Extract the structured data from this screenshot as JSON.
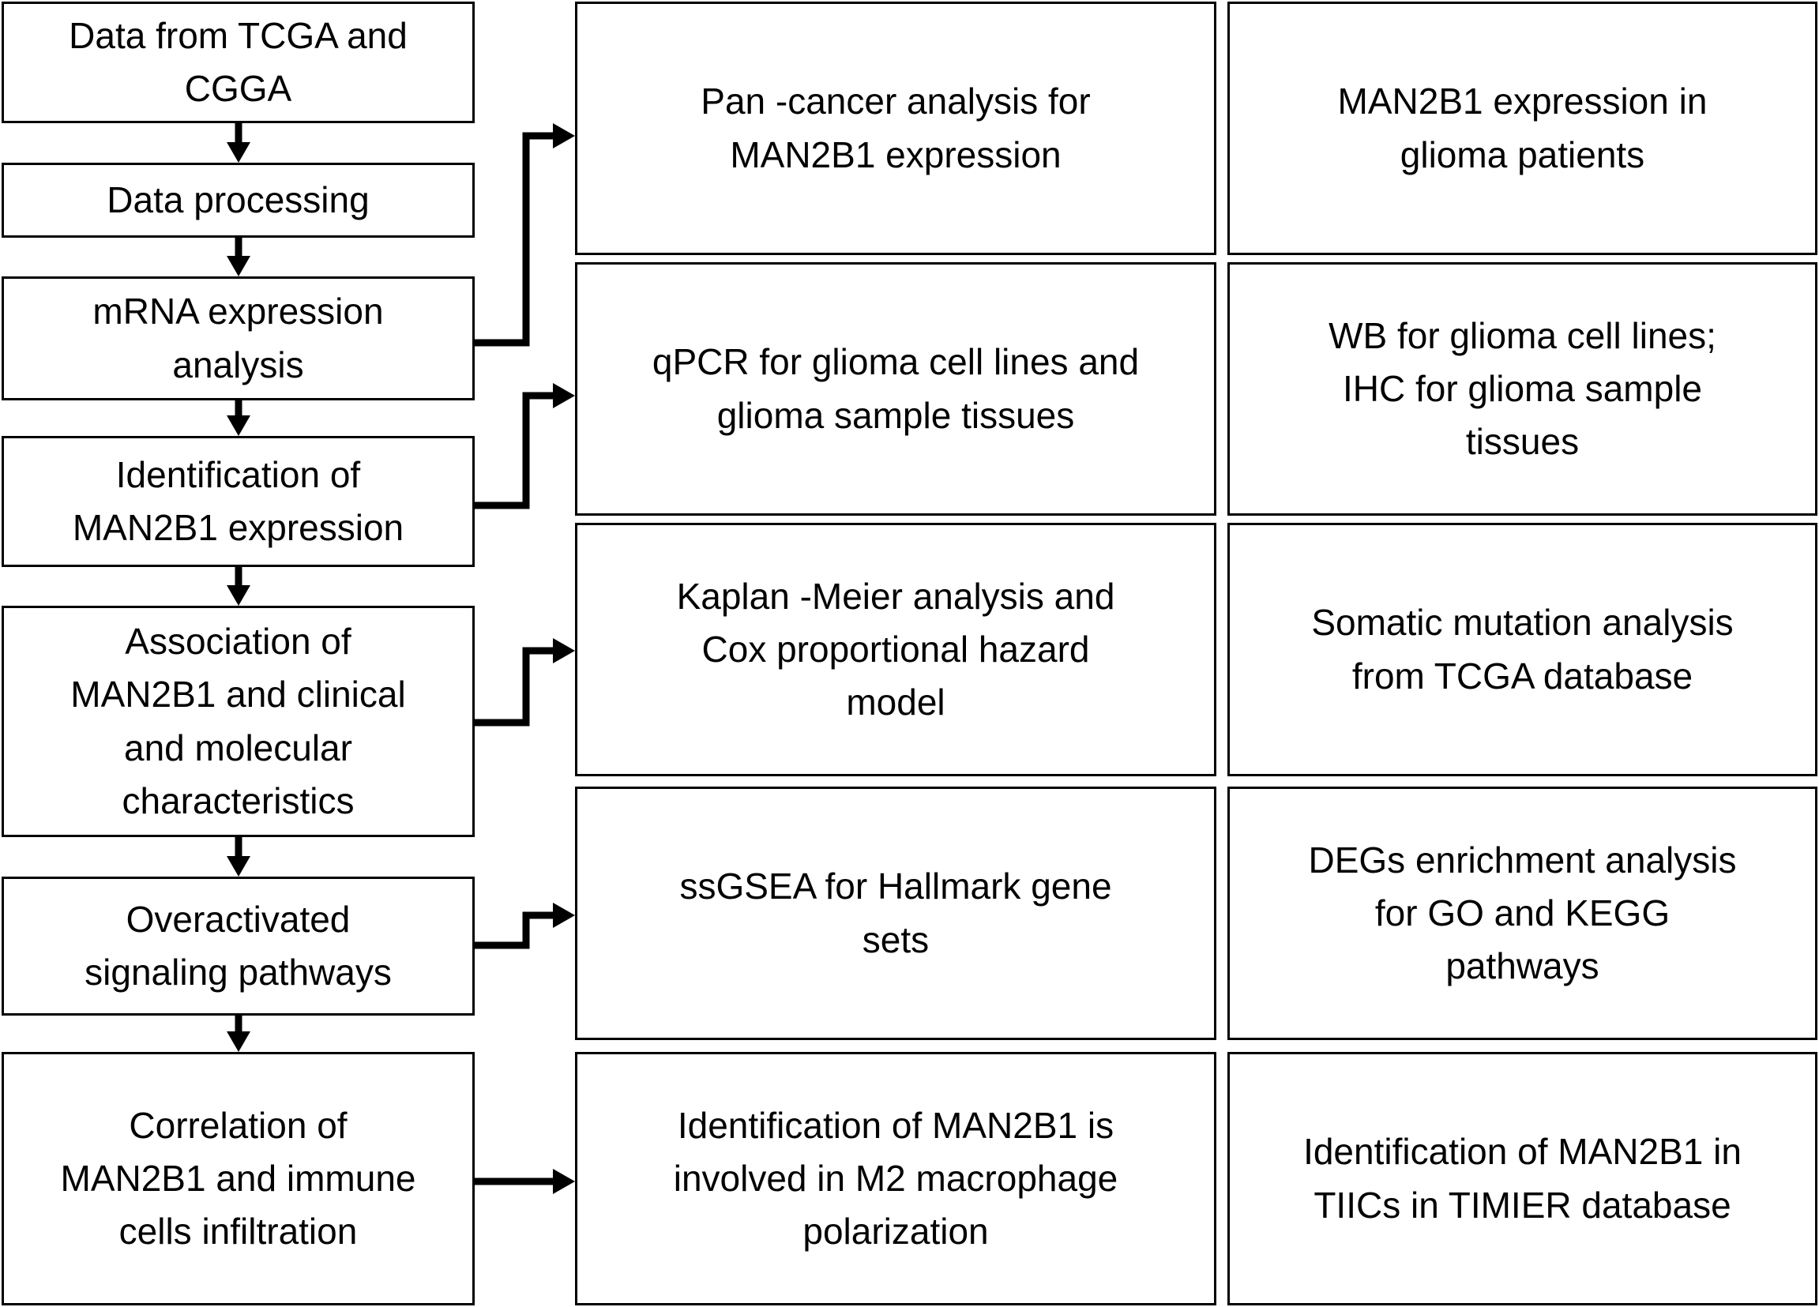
{
  "steps": [
    {
      "text": "Data from TCGA and\nCGGA"
    },
    {
      "text": "Data processing"
    },
    {
      "text": "mRNA expression\nanalysis"
    },
    {
      "text": "Identification of\nMAN2B1 expression"
    },
    {
      "text": "Association of\nMAN2B1 and clinical\nand molecular\ncharacteristics"
    },
    {
      "text": "Overactivated\nsignaling pathways"
    },
    {
      "text": "Correlation of\nMAN2B1 and immune\ncells infiltration"
    }
  ],
  "methods": [
    {
      "text": "Pan -cancer analysis for\nMAN2B1 expression"
    },
    {
      "text": "qPCR for glioma cell lines and\nglioma sample tissues"
    },
    {
      "text": "Kaplan -Meier analysis and\nCox proportional hazard\nmodel"
    },
    {
      "text": "ssGSEA  for Hallmark gene\nsets"
    },
    {
      "text": "Identification of MAN2B1 is\ninvolved in M2 macrophage\npolarization"
    }
  ],
  "results": [
    {
      "text": "MAN2B1 expression in\nglioma patients"
    },
    {
      "text": "WB for glioma cell lines;\nIHC for glioma sample\ntissues"
    },
    {
      "text": "Somatic mutation analysis\nfrom TCGA database"
    },
    {
      "text": "DEGs enrichment analysis\nfor GO and KEGG\npathways"
    },
    {
      "text": "Identification of MAN2B1 in\nTIICs in TIMIER database"
    }
  ]
}
